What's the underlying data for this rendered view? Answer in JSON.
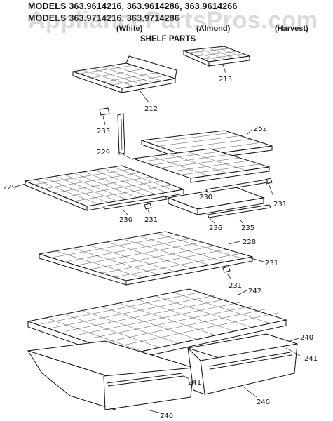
{
  "header": {
    "models_line_1": "MODELS 363.9614216, 363.9614286, 363.9614266",
    "models_line_2": "MODELS 363.9714216, 363.9714286",
    "color_white": "(White)",
    "color_almond": "(Almond)",
    "color_harvest": "(Harvest)",
    "section_title": "SHELF PARTS",
    "watermark": "AppliancePartsPros.com"
  },
  "callouts": {
    "p213": "213",
    "p212": "212",
    "p233": "233",
    "p252": "252",
    "p229a": "229",
    "p229b": "229",
    "p230a": "230",
    "p230b": "230",
    "p231a": "231",
    "p231b": "231",
    "p231c": "231",
    "p231d": "231",
    "p236": "236",
    "p235": "235",
    "p228": "228",
    "p242": "242",
    "p240a": "240",
    "p240b": "240",
    "p240c": "240",
    "p241a": "241",
    "p241b": "241"
  }
}
